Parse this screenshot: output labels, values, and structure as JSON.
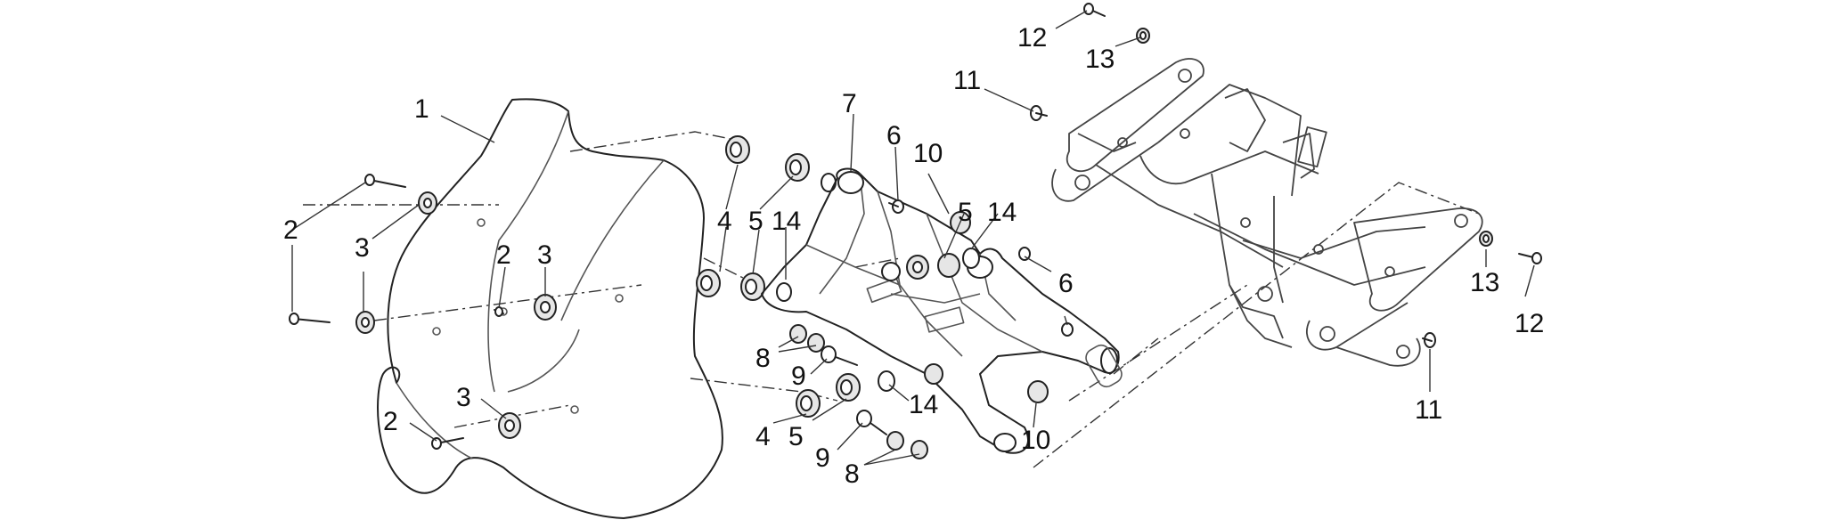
{
  "callouts": [
    {
      "id": "c1",
      "label": "1"
    },
    {
      "id": "c2a",
      "label": "2"
    },
    {
      "id": "c3a",
      "label": "3"
    },
    {
      "id": "c2b",
      "label": "2"
    },
    {
      "id": "c3b",
      "label": "3"
    },
    {
      "id": "c2c",
      "label": "2"
    },
    {
      "id": "c3c",
      "label": "3"
    },
    {
      "id": "c4a",
      "label": "4"
    },
    {
      "id": "c5a",
      "label": "5"
    },
    {
      "id": "c14a",
      "label": "14"
    },
    {
      "id": "c7",
      "label": "7"
    },
    {
      "id": "c6a",
      "label": "6"
    },
    {
      "id": "c10a",
      "label": "10"
    },
    {
      "id": "c5b",
      "label": "5"
    },
    {
      "id": "c14b",
      "label": "14"
    },
    {
      "id": "c6b",
      "label": "6"
    },
    {
      "id": "c8a",
      "label": "8"
    },
    {
      "id": "c9a",
      "label": "9"
    },
    {
      "id": "c14c",
      "label": "14"
    },
    {
      "id": "c4b",
      "label": "4"
    },
    {
      "id": "c5c",
      "label": "5"
    },
    {
      "id": "c9b",
      "label": "9"
    },
    {
      "id": "c8b",
      "label": "8"
    },
    {
      "id": "c10b",
      "label": "10"
    },
    {
      "id": "c12a",
      "label": "12"
    },
    {
      "id": "c13a",
      "label": "13"
    },
    {
      "id": "c11a",
      "label": "11"
    },
    {
      "id": "c13b",
      "label": "13"
    },
    {
      "id": "c12b",
      "label": "12"
    },
    {
      "id": "c11b",
      "label": "11"
    }
  ]
}
